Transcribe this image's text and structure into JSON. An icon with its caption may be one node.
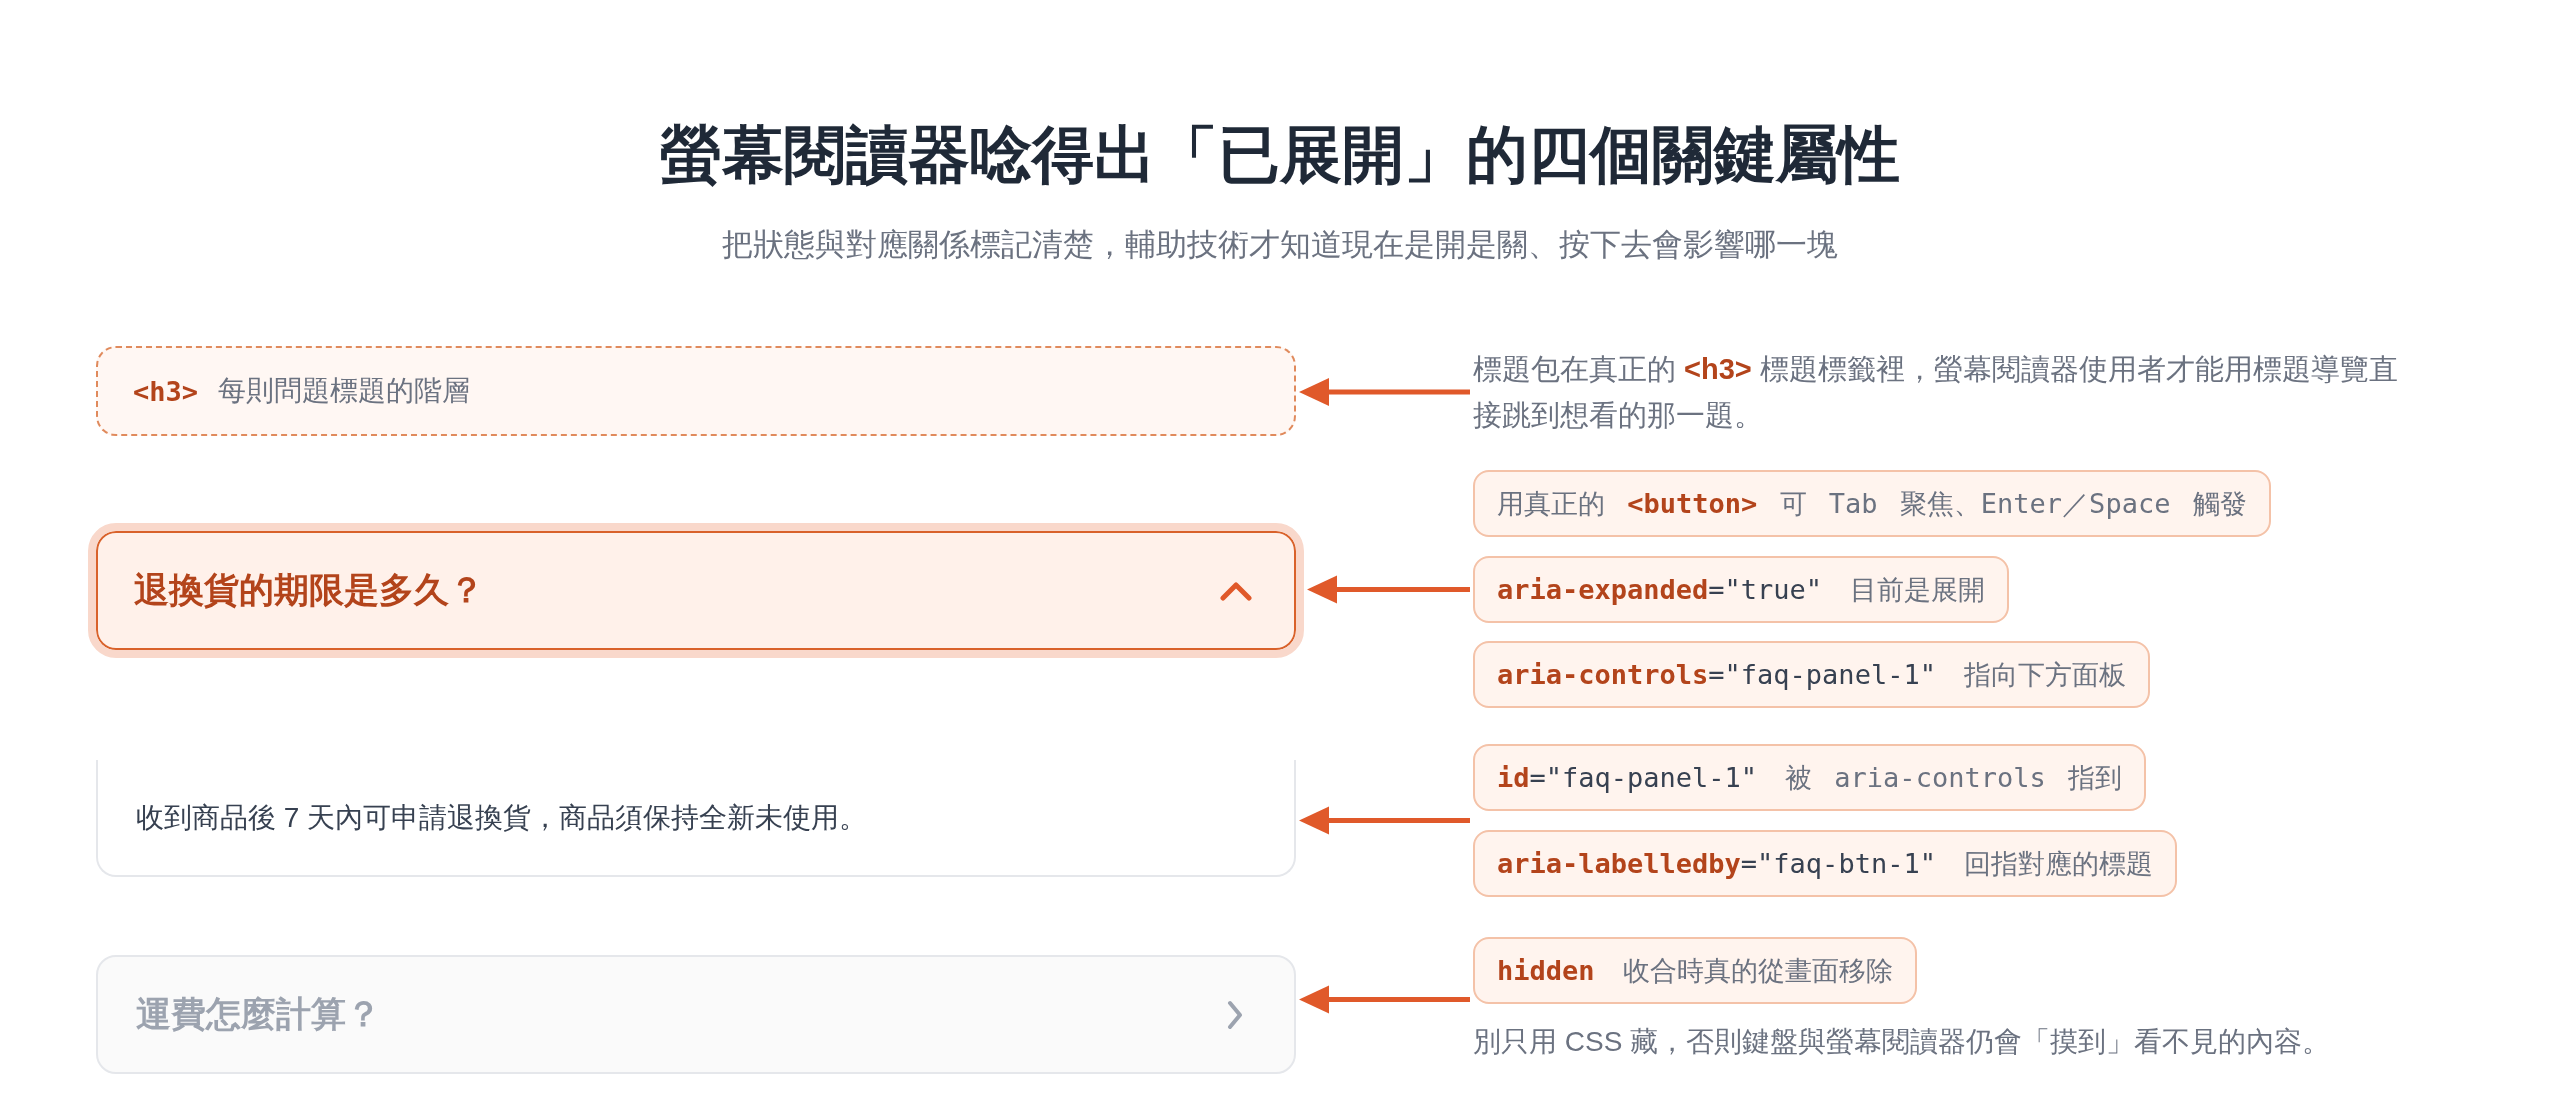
{
  "diagram": {
    "title": "螢幕閱讀器唸得出「已展開」的四個關鍵屬性",
    "nodes": [
      {
        "text": [
          "<h3>",
          "每則問題標題的階層"
        ]
      },
      {
        "text": [
          "退換貨的期限是多久？"
        ]
      },
      {
        "text": [
          "收到商品後 7 天內可申請退換貨，商品須保持全新未使用。"
        ]
      },
      {
        "text": [
          "運費怎麼計算？"
        ]
      },
      {
        "text": [
          "標題包在真正的 **<h3>** 標題標籤裡，螢幕閱讀器使用者才能用標題導覽直接跳到想看的那一題。"
        ]
      },
      {
        "text": [
          "用真正的 **<button>** 可 Tab 聚焦、Enter／Space 觸發"
        ]
      },
      {
        "text": [
          "**aria-expanded**=\"true\"",
          "目前是展開"
        ]
      },
      {
        "text": [
          "**aria-controls**=\"faq-panel-1\"",
          "指向下方面板"
        ]
      },
      {
        "text": [
          "**id**=\"faq-panel-1\"",
          "被 aria-controls 指到"
        ]
      },
      {
        "text": [
          "**aria-labelledby**=\"faq-btn-1\"",
          "回指對應的標題"
        ]
      },
      {
        "text": [
          "hidden",
          "收合時真的從畫面移除"
        ],
        "beside": [
          "別只用 CSS 藏，否則鍵盤與螢幕閱讀器仍會「摸到」看不見的內容。"
        ]
      }
    ],
    "edges": [
      {
        "from": 4,
        "to": 0,
        "arrow": "to"
      },
      {
        "from": 6,
        "to": 1,
        "arrow": "to"
      },
      {
        "from": 8,
        "to": 2,
        "arrow": "to"
      },
      {
        "from": 9,
        "to": 2,
        "arrow": "to"
      },
      {
        "from": 10,
        "to": 3,
        "arrow": "to"
      }
    ],
    "labels": [
      "把狀態與對應關係標記清楚，輔助技術才知道現在是開是關、按下去會影響哪一塊"
    ]
  }
}
